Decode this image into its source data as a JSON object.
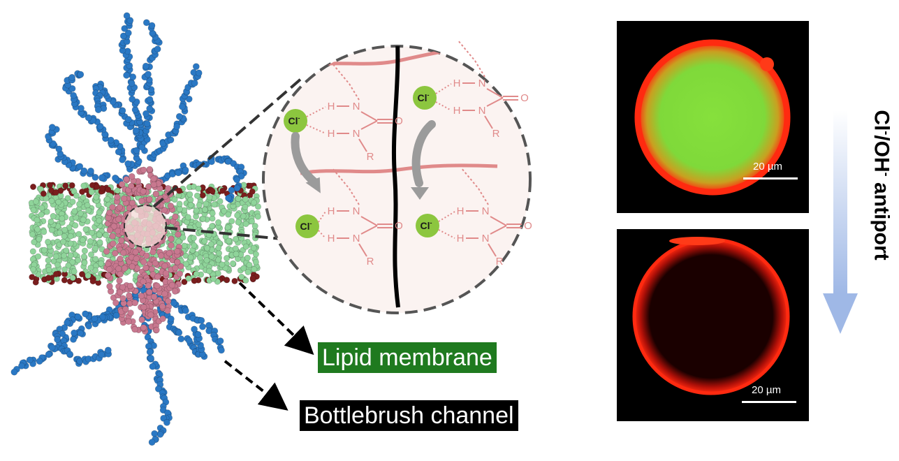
{
  "labels": {
    "lipid_membrane": "Lipid membrane",
    "bottlebrush_channel": "Bottlebrush channel",
    "antiport": {
      "ion1": "Cl",
      "sep": "/OH",
      "sup": "-",
      "rest": " antiport"
    }
  },
  "chemistry": {
    "anion": "Cl",
    "anion_charge": "-",
    "hydrogen": "H",
    "nitrogen": "N",
    "oxygen": "O",
    "r_group": "R"
  },
  "micrographs": {
    "top_scale": "20 µm",
    "bottom_scale": "20 µm"
  },
  "colors": {
    "polymer_blue": "#2a78c4",
    "membrane_green": "#8fd49a",
    "channel_pink": "#c8788f",
    "headgroup_red": "#7a1d1d",
    "label_green_bg": "#1f7a1f",
    "chem_pink": "#e08a8a",
    "cl_green": "#8cc63f",
    "vesicle_red": "#ff2a10",
    "vesicle_green": "#7fd93a",
    "arrow_blue": "#9fb8e6"
  }
}
